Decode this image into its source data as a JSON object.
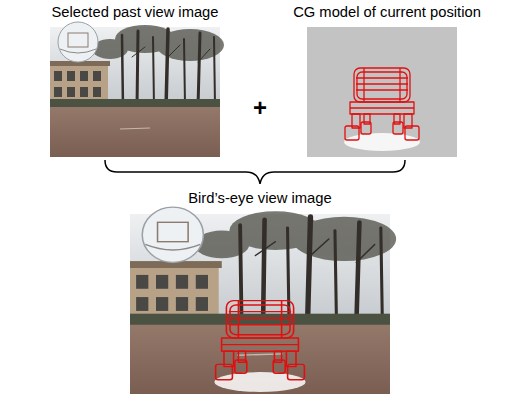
{
  "diagram": {
    "nodes": [
      {
        "text": [
          "Selected past view image"
        ]
      },
      {
        "text": [
          "CG model of current position"
        ]
      },
      {
        "text": [
          "Bird’s-eye view image"
        ]
      }
    ],
    "labels": [
      "+"
    ]
  }
}
